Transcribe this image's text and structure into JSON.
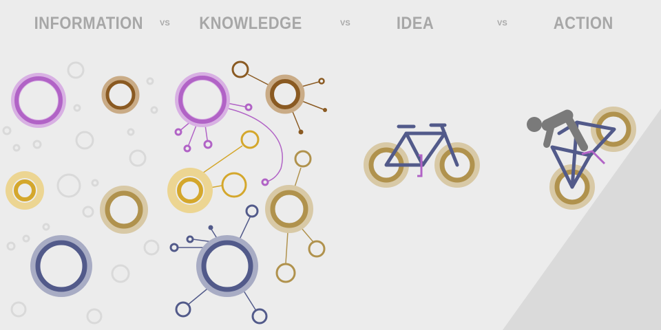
{
  "headings": {
    "information": "INFORMATION",
    "vs1": "VS",
    "knowledge": "KNOWLEDGE",
    "vs2": "VS",
    "idea": "IDEA",
    "vs3": "VS",
    "action": "ACTION"
  },
  "colors": {
    "background": "#ececec",
    "heading": "#a7a7a7",
    "purple": "#b163c6",
    "purple_halo": "#d8b0e3",
    "brown": "#8a5a22",
    "brown_halo": "#c9ab86",
    "gold": "#d4a72c",
    "gold_halo": "#ecd592",
    "tan": "#b0924d",
    "tan_halo": "#d8c9a6",
    "navy": "#525a8a",
    "navy_halo": "#a8acc4",
    "grey_ring": "#d9d9d9",
    "rider": "#7a7a7a",
    "slope": "#dadada"
  }
}
